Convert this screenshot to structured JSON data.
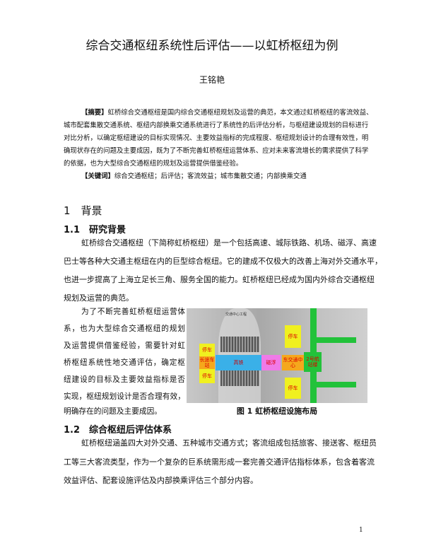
{
  "title": "综合交通枢纽系统性后评估——以虹桥枢纽为例",
  "author": "王铭艳",
  "abstract": {
    "label": "【摘要】",
    "lines": [
      "虹桥综合交通枢纽是国内综合交通枢纽规划及运营的典范，本文通过虹桥枢纽的客流效益、",
      "城市配套集散交通系统、枢纽内部换乘交通系统进行了系统性的后评估分析，与枢纽建设规划的目标进行",
      "对比分析，以确定枢纽建设的目标实现情况、主要效益指标的完成程度、枢纽规划设计的合理有效性，明",
      "确现状存在的问题及主要成因，既为了不断完善虹桥枢纽运营体系、应对未来客流增长的需求提供了科学",
      "的依据，也为大型综合交通枢纽的规划及运营提供借鉴经验。"
    ]
  },
  "keywords": {
    "label": "【关键词】",
    "text": "综合交通枢纽；后评估；客流效益；城市集散交通；内部换乘交通"
  },
  "section1": {
    "heading": "1　背景"
  },
  "section1_1": {
    "heading": "1.1　研究背景",
    "p1": [
      "虹桥综合交通枢纽（下简称虹桥枢纽）是一个包括高速、城际铁路、机场、磁浮、高速",
      "巴士等各种大交通主枢纽在内的巨型综合枢纽。它的建成不仅极大的改善上海对外交通水平，",
      "也进一步提高了上海立足长三角、服务全国的能力。虹桥枢纽已经成为国内外综合交通枢纽",
      "规划及运营的典范。"
    ],
    "p2": [
      "为了不断完善虹桥枢纽运营体",
      "系，也为大型综合交通枢纽的规划",
      "及运营提供借鉴经验，需要针对虹",
      "桥枢纽系统性地交通评估，确定枢",
      "纽建设的目标及主要效益指标是否",
      "实现，枢纽规划设计是否合理有效，",
      "明确存在的问题及主要成因。"
    ]
  },
  "figure": {
    "caption": "图 1  虹桥枢纽设施布局",
    "map_title": "交通中心工程",
    "labels": {
      "park_w1": "停车",
      "bus": "长途车站",
      "park_w2": "停车",
      "rail": "高铁",
      "maglev": "磁浮",
      "gtc": "东交通中心",
      "park_n": "停车",
      "park_s": "停车",
      "t2": "2号航站楼"
    }
  },
  "section1_2": {
    "heading": "1.2　综合枢纽后评估体系",
    "p1": [
      "虹桥枢纽涵盖四大对外交通、五种城市交通方式；客流组成包括旅客、接送客、枢纽员",
      "工等三大客流类型，作为一个复杂的巨系统需形成一套完善交通评估指标体系，包含着客流",
      "效益评估、配套设施评估及内部换乘评估三个部分内容。"
    ]
  },
  "page_number": "1"
}
